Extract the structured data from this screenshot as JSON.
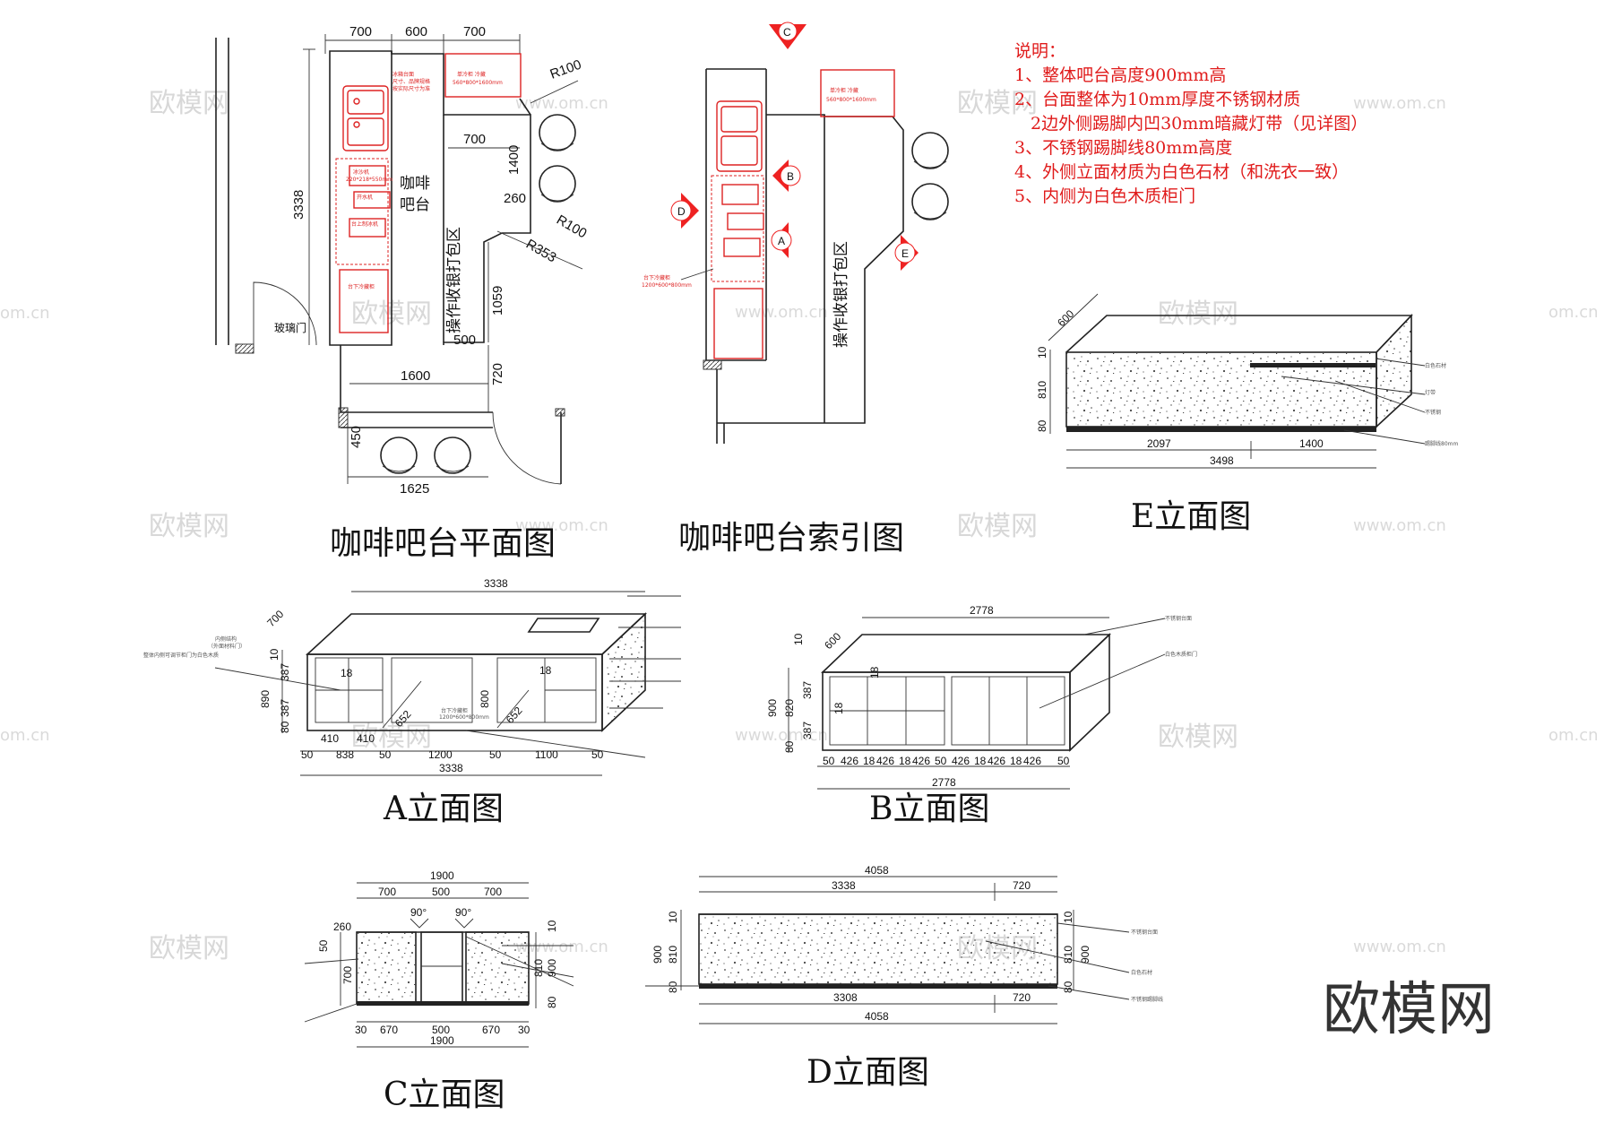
{
  "titles": {
    "plan": "咖啡吧台平面图",
    "index": "咖啡吧台索引图",
    "e": "E立面图",
    "a": "A立面图",
    "b": "B立面图",
    "c": "C立面图",
    "d": "D立面图"
  },
  "notes": {
    "heading": "说明：",
    "items": [
      "1、整体吧台高度900mm高",
      "2、台面整体为10mm厚度不锈钢材质",
      "2边外侧踢脚内凹30mm暗藏灯带（见详图）",
      "3、不锈钢踢脚线80mm高度",
      "4、外侧立面材质为白色石材（和洗衣一致）",
      "5、内侧为白色木质柜门"
    ]
  },
  "plan": {
    "labels": {
      "counter1": "咖啡",
      "counter2": "吧台",
      "zone": "操作收银打包区",
      "door": "玻璃门"
    },
    "dims": {
      "top1": "700",
      "top2": "600",
      "top3": "700",
      "left": "3338",
      "r100a": "R100",
      "d700": "700",
      "d1400": "1400",
      "d260": "260",
      "r100b": "R100",
      "r353": "R353",
      "d1059": "1059",
      "d500": "500",
      "d1600": "1600",
      "d720": "720",
      "d450": "450",
      "d1625": "1625"
    }
  },
  "index": {
    "labels": {
      "zone": "操作收银打包区"
    },
    "markers": [
      "C",
      "B",
      "D",
      "A",
      "E"
    ]
  },
  "elevE": {
    "dims": {
      "w600": "600",
      "h10": "10",
      "h810": "810",
      "h80": "80",
      "w2097": "2097",
      "w1400": "1400",
      "w3498": "3498"
    }
  },
  "elevA": {
    "dims": {
      "top": "3338",
      "depth": "700",
      "h10": "10",
      "h890": "890",
      "h387a": "387",
      "h387b": "387",
      "h18a": "18",
      "h18b": "18",
      "h80": "80",
      "i410a": "410",
      "i410b": "410",
      "diag1": "652",
      "diag2": "652",
      "h800": "800",
      "b50a": "50",
      "b838": "838",
      "b50b": "50",
      "b1200": "1200",
      "b50c": "50",
      "b1100": "1100",
      "b50d": "50",
      "bottom": "3338"
    }
  },
  "elevB": {
    "dims": {
      "top": "2778",
      "depth": "600",
      "h10": "10",
      "h900": "900",
      "h820": "820",
      "h387a": "387",
      "h387b": "387",
      "h18a": "18",
      "h18b": "18",
      "h80": "80",
      "bottom": "2778"
    },
    "segments": [
      "50",
      "426",
      "18",
      "426",
      "18",
      "426",
      "50",
      "426",
      "18",
      "426",
      "18",
      "426",
      "50"
    ]
  },
  "elevC": {
    "dims": {
      "top": "1900",
      "t700a": "700",
      "t500": "500",
      "t700b": "700",
      "a90a": "90°",
      "a90b": "90°",
      "l260": "260",
      "l50": "50",
      "l700": "700",
      "r810": "810",
      "r900": "900",
      "r80": "80",
      "r10": "10",
      "b30a": "30",
      "b670a": "670",
      "b500": "500",
      "b670b": "670",
      "b30b": "30",
      "bottom": "1900"
    }
  },
  "elevD": {
    "dims": {
      "top": "4058",
      "t3338": "3338",
      "t720": "720",
      "l900": "900",
      "l810": "810",
      "l10": "10",
      "l80": "80",
      "r10": "10",
      "r810": "810",
      "r900": "900",
      "r80": "80",
      "b3308": "3308",
      "b720": "720",
      "bottom": "4058"
    }
  },
  "watermarks": {
    "cn": "欧模网",
    "url": "www.om.cn",
    "url2": "om.cn"
  },
  "brand": "欧模网"
}
